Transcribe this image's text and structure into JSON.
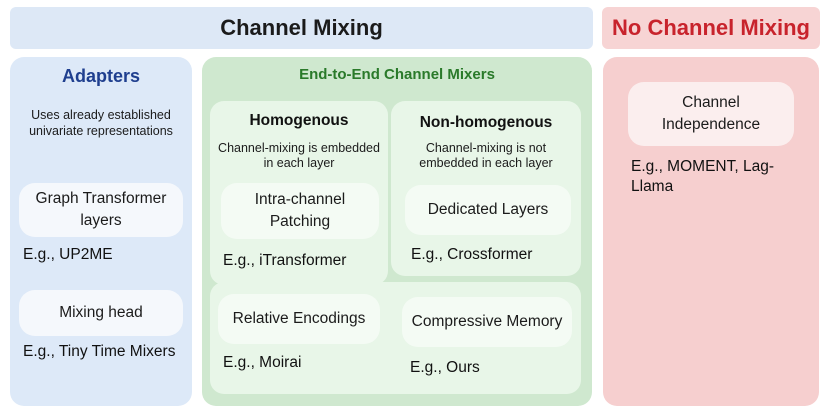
{
  "header": {
    "channel_mixing": "Channel Mixing",
    "no_channel_mixing": "No Channel Mixing"
  },
  "adapters": {
    "title": "Adapters",
    "description": "Uses already established univariate representations",
    "graph_box": "Graph Transformer layers",
    "graph_example": "E.g., UP2ME",
    "mixing_box": "Mixing head",
    "mixing_example": "E.g., Tiny Time Mixers"
  },
  "e2e": {
    "title": "End-to-End Channel Mixers",
    "homogenous": {
      "title": "Homogenous",
      "description": "Channel-mixing is embedded in each layer",
      "box": "Intra-channel Patching",
      "example": "E.g., iTransformer"
    },
    "nonhomogenous": {
      "title": "Non-homogenous",
      "description": "Channel-mixing is not embedded in each layer",
      "box": "Dedicated Layers",
      "example": "E.g., Crossformer"
    },
    "relative": {
      "box": "Relative Encodings",
      "example": "E.g., Moirai"
    },
    "compressive": {
      "box": "Compressive Memory",
      "example": "E.g., Ours"
    }
  },
  "no_mixing": {
    "box": "Channel Independence",
    "example": "E.g., MOMENT, Lag-Llama"
  },
  "colors": {
    "adapters_title": "#1f3f8f",
    "e2e_title": "#2a7a2a",
    "no_mixing_title": "#c8232c"
  }
}
